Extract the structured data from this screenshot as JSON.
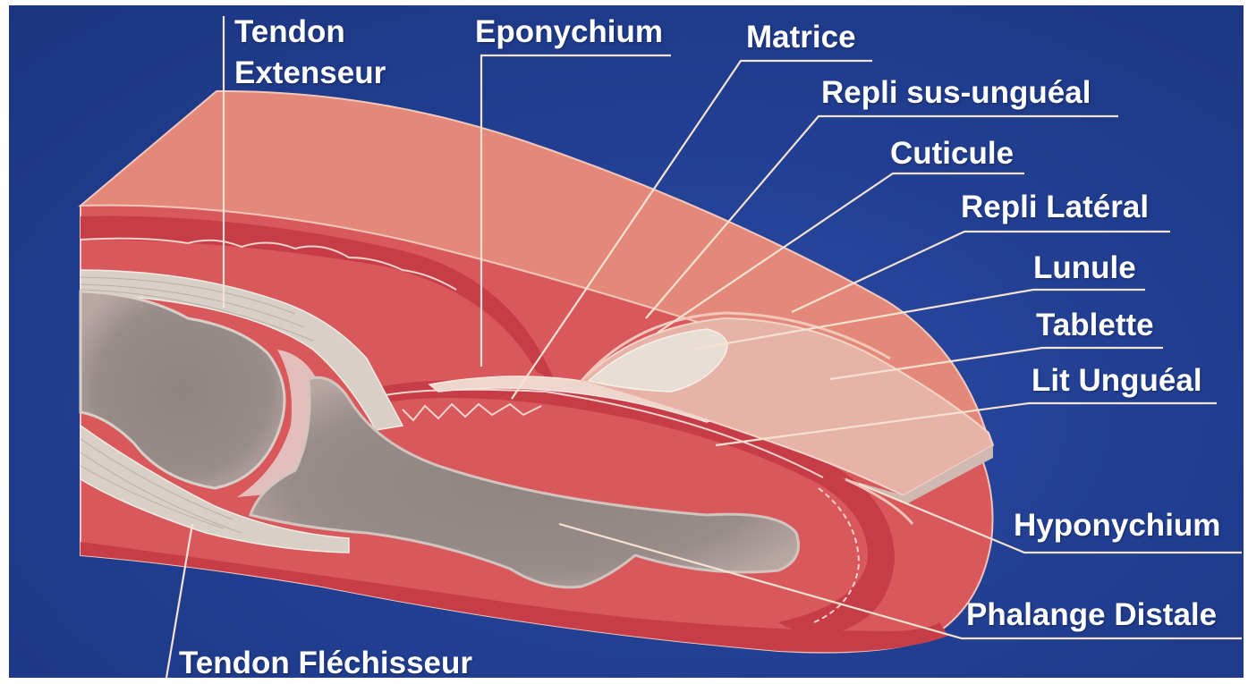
{
  "labels": {
    "tendon_extenseur_1": "Tendon",
    "tendon_extenseur_2": "Extenseur",
    "eponychium": "Eponychium",
    "matrice": "Matrice",
    "repli_sus_ungueal": "Repli sus-unguéal",
    "cuticule": "Cuticule",
    "repli_lateral": "Repli Latéral",
    "lunule": "Lunule",
    "tablette": "Tablette",
    "lit_ungueal": "Lit Unguéal",
    "hyponychium": "Hyponychium",
    "phalange_distale": "Phalange Distale",
    "tendon_flechisseur": "Tendon Fléchisseur"
  },
  "colors": {
    "background": "#223f93",
    "skin_top": "#e38a7c",
    "flesh": "#d95a5c",
    "dark_flesh": "#c43c46",
    "bone": "#8a807f",
    "tendon": "#d9d2c8",
    "nail": "#e9b5a8",
    "label": "#ffffff",
    "leader": "#f4e2d2"
  }
}
